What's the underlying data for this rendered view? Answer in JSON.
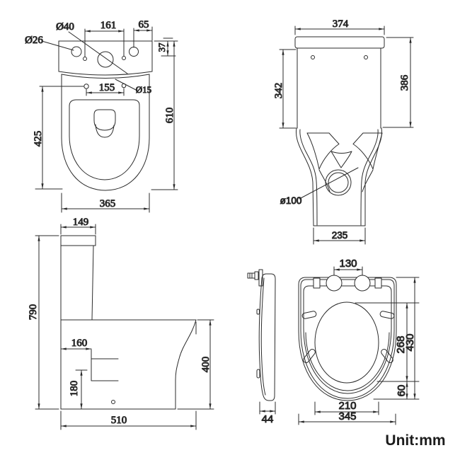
{
  "unit_label": "Unit:mm",
  "front": {
    "d26": "Ø26",
    "d40": "Ø40",
    "l161": "161",
    "l65": "65",
    "l37": "37",
    "l155": "155",
    "d15": "Ø15",
    "l425": "425",
    "l610": "610",
    "l365": "365"
  },
  "rear": {
    "l374": "374",
    "l342": "342",
    "l386": "386",
    "d100": "ø100",
    "l235": "235"
  },
  "side": {
    "l149": "149",
    "l790": "790",
    "l160": "160",
    "l180": "180",
    "l400": "400",
    "l510": "510"
  },
  "seat": {
    "l130": "130",
    "l268": "268",
    "l430": "430",
    "l60": "60",
    "l210": "210",
    "l345": "345",
    "l44": "44"
  }
}
